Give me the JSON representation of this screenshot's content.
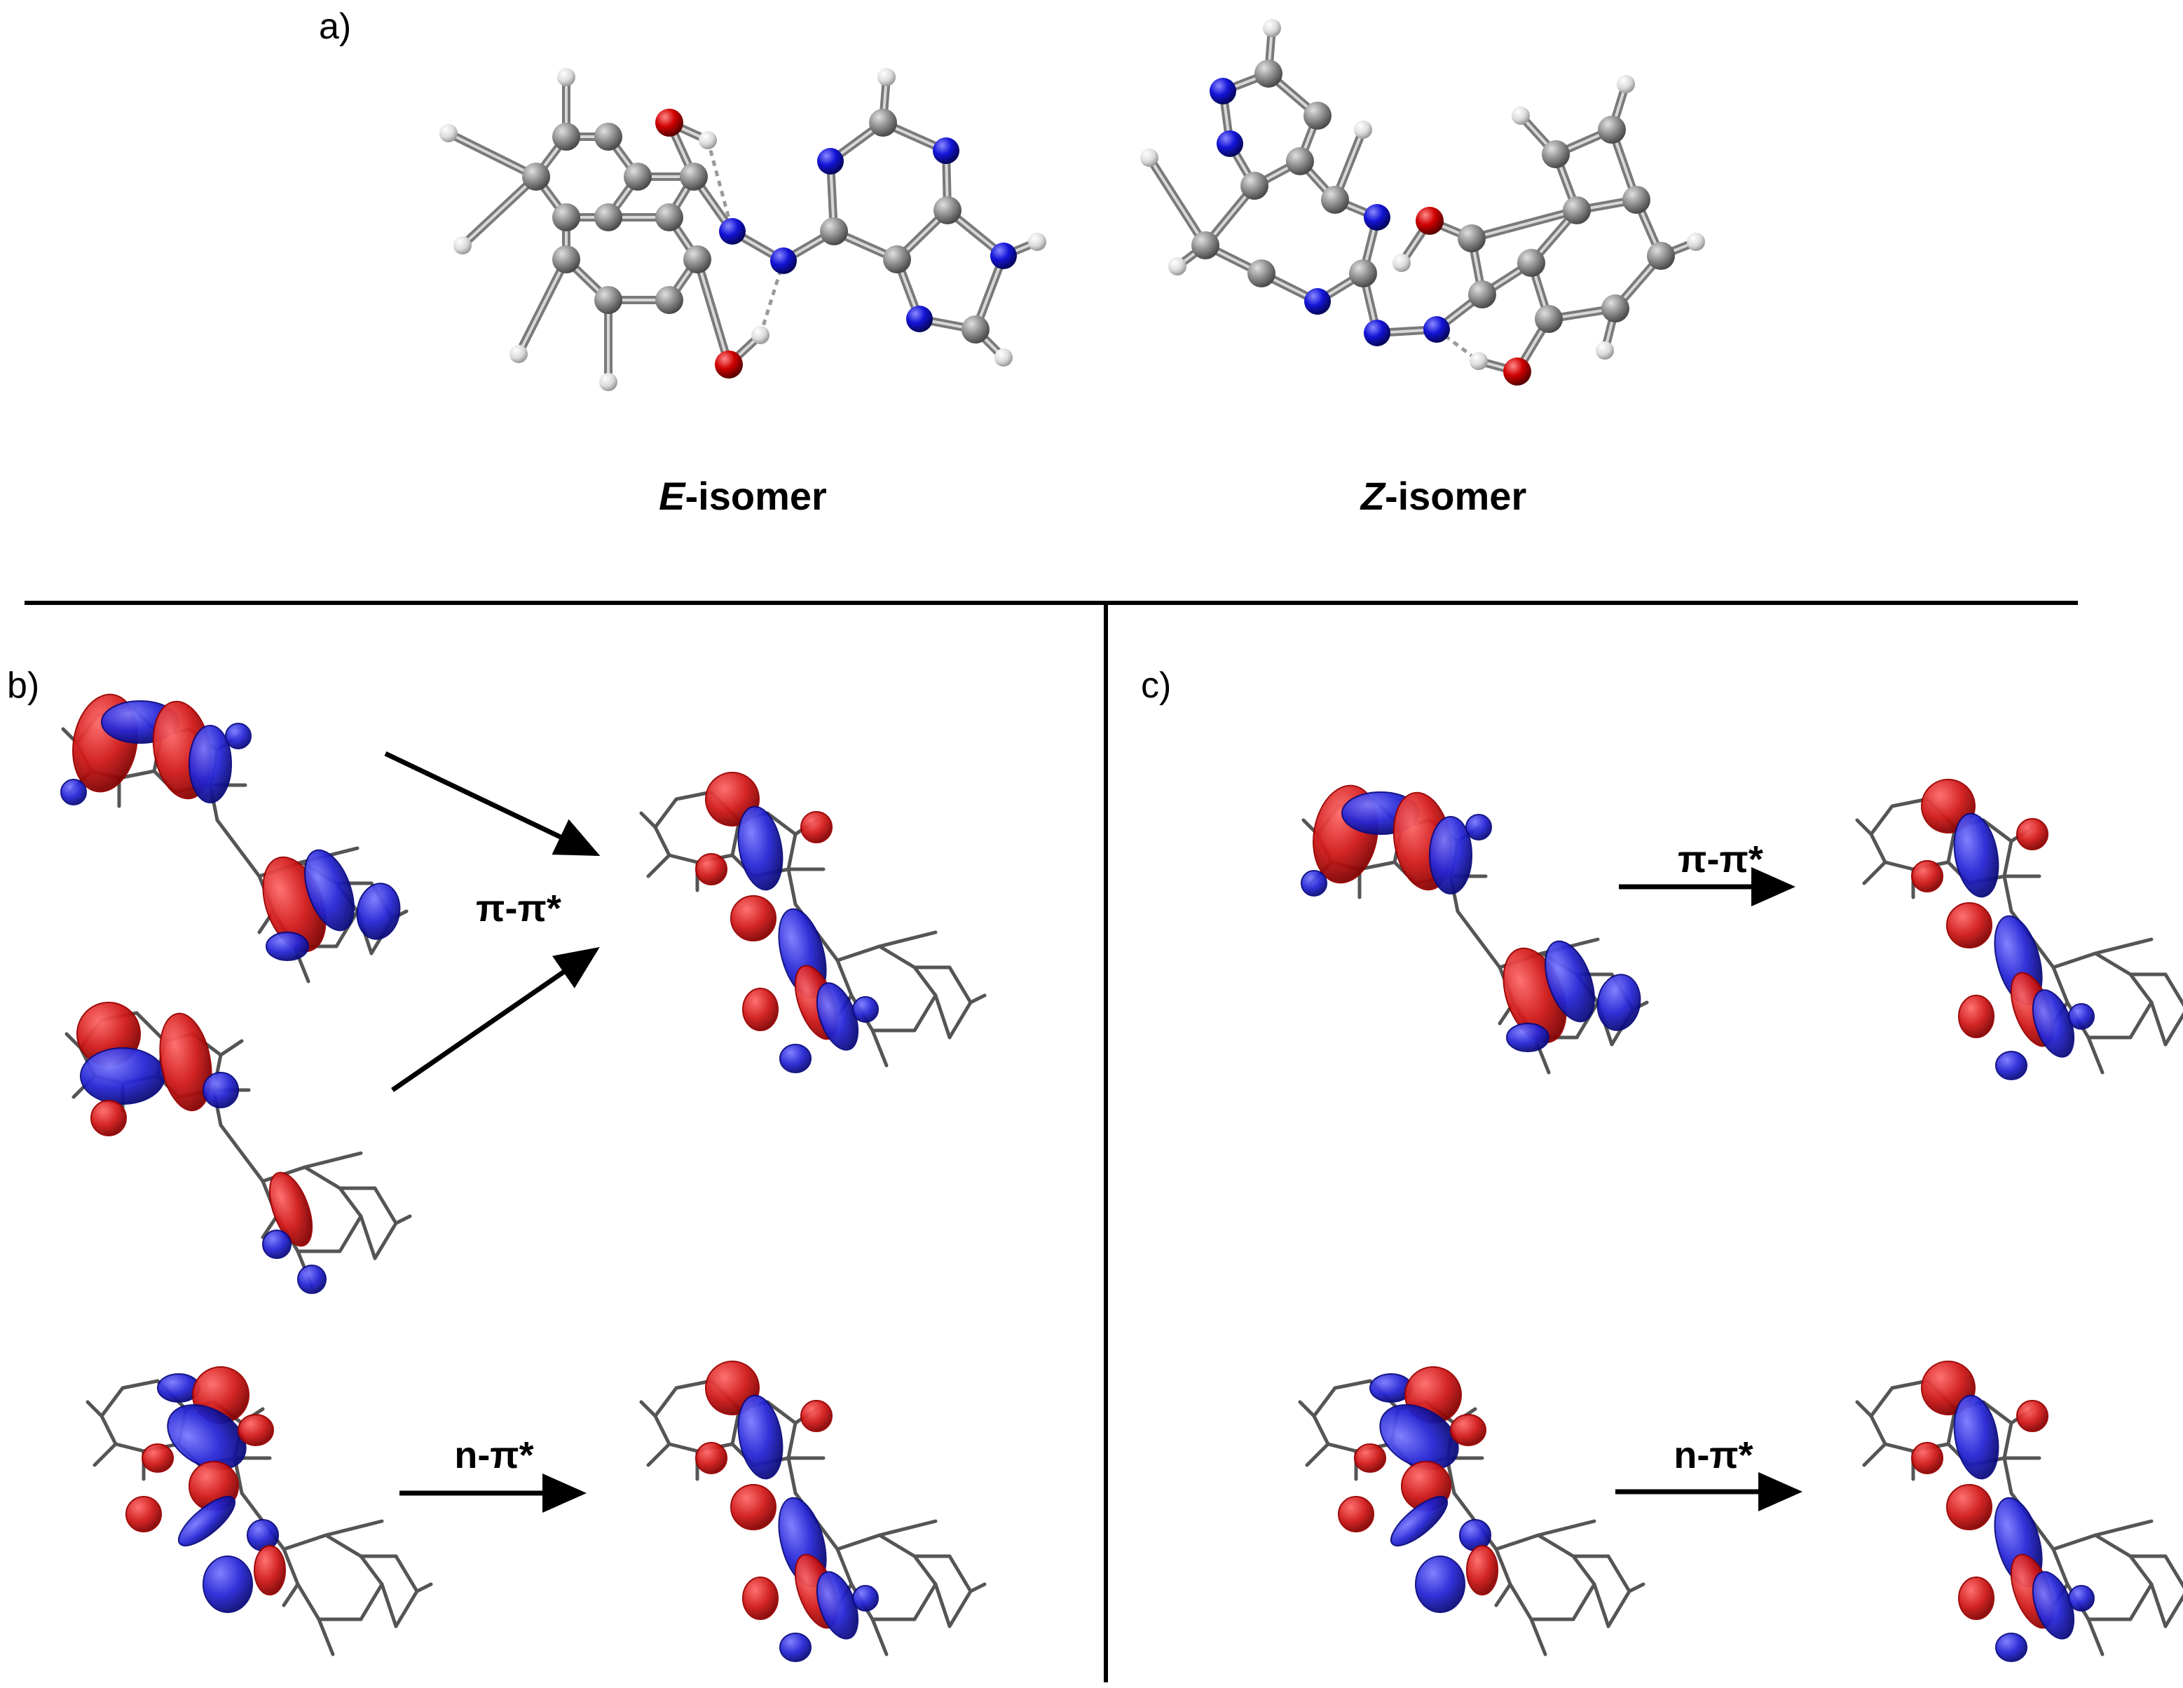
{
  "panels": {
    "a": "a)",
    "b": "b)",
    "c": "c)"
  },
  "isomers": {
    "e_prefix": "E",
    "e_suffix": "-isomer",
    "z_prefix": "Z",
    "z_suffix": "-isomer"
  },
  "transitions": {
    "b_pi": "π-π*",
    "b_n": "n-π*",
    "c_pi": "π-π*",
    "c_n": "n-π*"
  },
  "colors": {
    "carbon": "#8c8c8c",
    "hydrogen": "#e6e6e6",
    "nitrogen": "#1010d8",
    "oxygen": "#d00000",
    "orbital_positive": "#d21a1a",
    "orbital_negative": "#2626d6",
    "bond": "#7a7a7a",
    "wire_bond": "#555555"
  }
}
